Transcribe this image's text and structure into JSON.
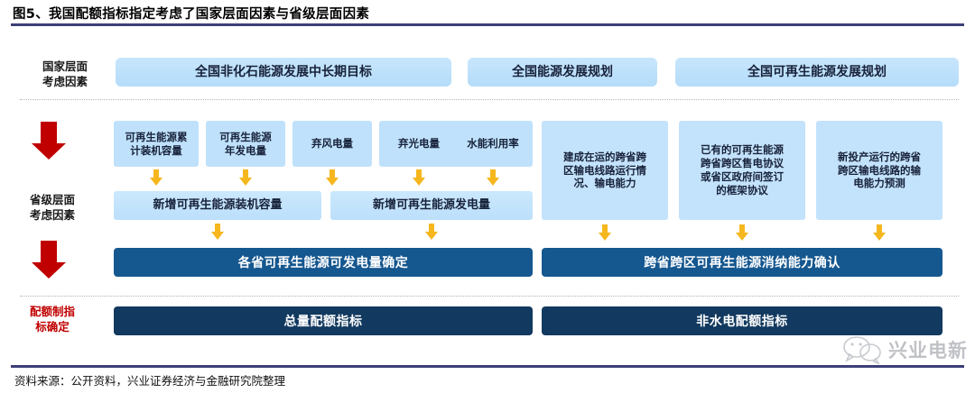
{
  "figure": {
    "title": "图5、我国配额指标指定考虑了国家层面因素与省级层面因素",
    "source": "资料来源：公开资料，兴业证券经济与金融研究院整理"
  },
  "colors": {
    "accent_navy": "#15578f",
    "accent_dark_navy": "#12395f",
    "box_blue": "#bfe1fb",
    "arrow_red": "#c00000",
    "arrow_yellow": "#f5b71d",
    "rule": "#3c3f77"
  },
  "sections": {
    "national": {
      "label": "国家层面\n考虑因素",
      "label_line1": "国家层面",
      "label_line2": "考虑因素"
    },
    "provincial": {
      "label_line1": "省级层面",
      "label_line2": "考虑因素"
    },
    "quota": {
      "label_line1": "配额制指",
      "label_line2": "标确定"
    }
  },
  "national_boxes": [
    {
      "label": "全国非化石能源发展中长期目标"
    },
    {
      "label": "全国能源发展规划"
    },
    {
      "label": "全国可再生能源发展规划"
    }
  ],
  "provincial_left_top": [
    {
      "line1": "可再生能源累",
      "line2": "计装机容量"
    },
    {
      "line1": "可再生能源",
      "line2": "年发电量"
    },
    {
      "line1": "弃风电量",
      "line2": ""
    },
    {
      "line1": "弃光电量",
      "line2": ""
    },
    {
      "line1": "水能利用率",
      "line2": ""
    }
  ],
  "provincial_left_mid": [
    {
      "label": "新增可再生能源装机容量"
    },
    {
      "label": "新增可再生能源发电量"
    }
  ],
  "provincial_right_top": [
    {
      "line1": "建成在运的跨省跨",
      "line2": "区输电线路运行情",
      "line3": "况、输电能力",
      "line4": ""
    },
    {
      "line1": "已有的可再生能源",
      "line2": "跨省跨区售电协议",
      "line3": "或省区政府间签订",
      "line4": "的框架协议"
    },
    {
      "line1": "新投产运行的跨省",
      "line2": "跨区输电线路的输",
      "line3": "电能力预测",
      "line4": ""
    }
  ],
  "result_bars": [
    {
      "label": "各省可再生能源可发电量确定"
    },
    {
      "label": "跨省跨区可再生能源消纳能力确认"
    }
  ],
  "quota_bars": [
    {
      "label": "总量配额指标"
    },
    {
      "label": "非水电配额指标"
    }
  ],
  "watermark": {
    "text": "兴业电新",
    "icon": "wechat-bubble-icon"
  }
}
